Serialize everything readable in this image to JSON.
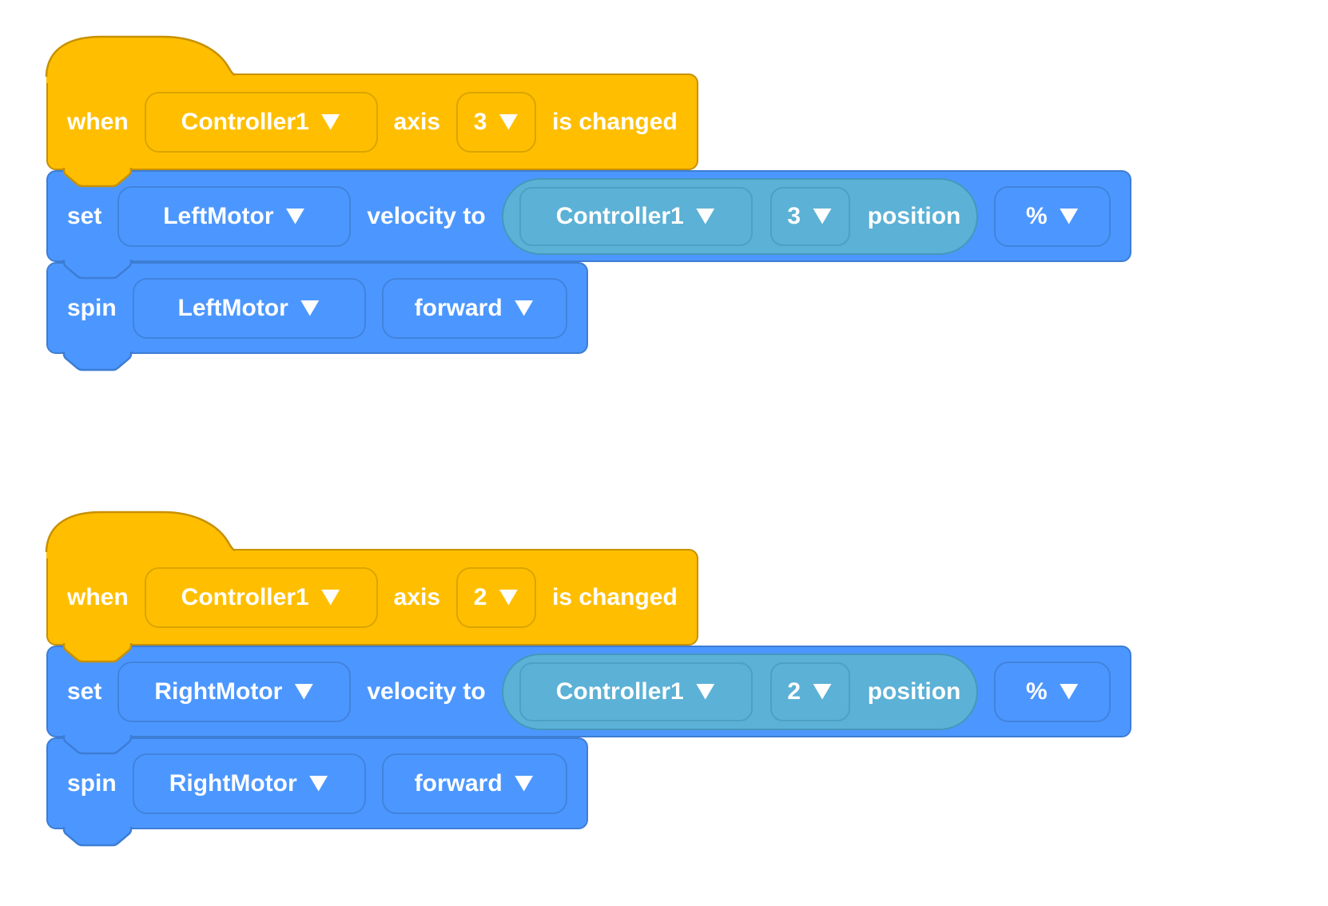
{
  "colors": {
    "event_fill": "#FFBF00",
    "event_border": "#C79000",
    "event_field_border": "#DBA400",
    "motion_fill": "#4C97FF",
    "motion_border": "#3D7DD4",
    "motion_field_border": "#4183DC",
    "sensing_fill": "#5CB1D6",
    "sensing_border": "#4697BC",
    "sensing_field_border": "#4EA0C4",
    "text": "#FFFFFF"
  },
  "stacks": [
    {
      "hat": {
        "when": "when",
        "controller": "Controller1",
        "axis_word": "axis",
        "axis": "3",
        "changed": "is changed"
      },
      "set": {
        "verb": "set",
        "motor": "LeftMotor",
        "velocity_to": "velocity to",
        "reporter": {
          "controller": "Controller1",
          "axis": "3",
          "position": "position"
        },
        "unit": "%"
      },
      "spin": {
        "verb": "spin",
        "motor": "LeftMotor",
        "direction": "forward"
      }
    },
    {
      "hat": {
        "when": "when",
        "controller": "Controller1",
        "axis_word": "axis",
        "axis": "2",
        "changed": "is changed"
      },
      "set": {
        "verb": "set",
        "motor": "RightMotor",
        "velocity_to": "velocity to",
        "reporter": {
          "controller": "Controller1",
          "axis": "2",
          "position": "position"
        },
        "unit": "%"
      },
      "spin": {
        "verb": "spin",
        "motor": "RightMotor",
        "direction": "forward"
      }
    }
  ]
}
